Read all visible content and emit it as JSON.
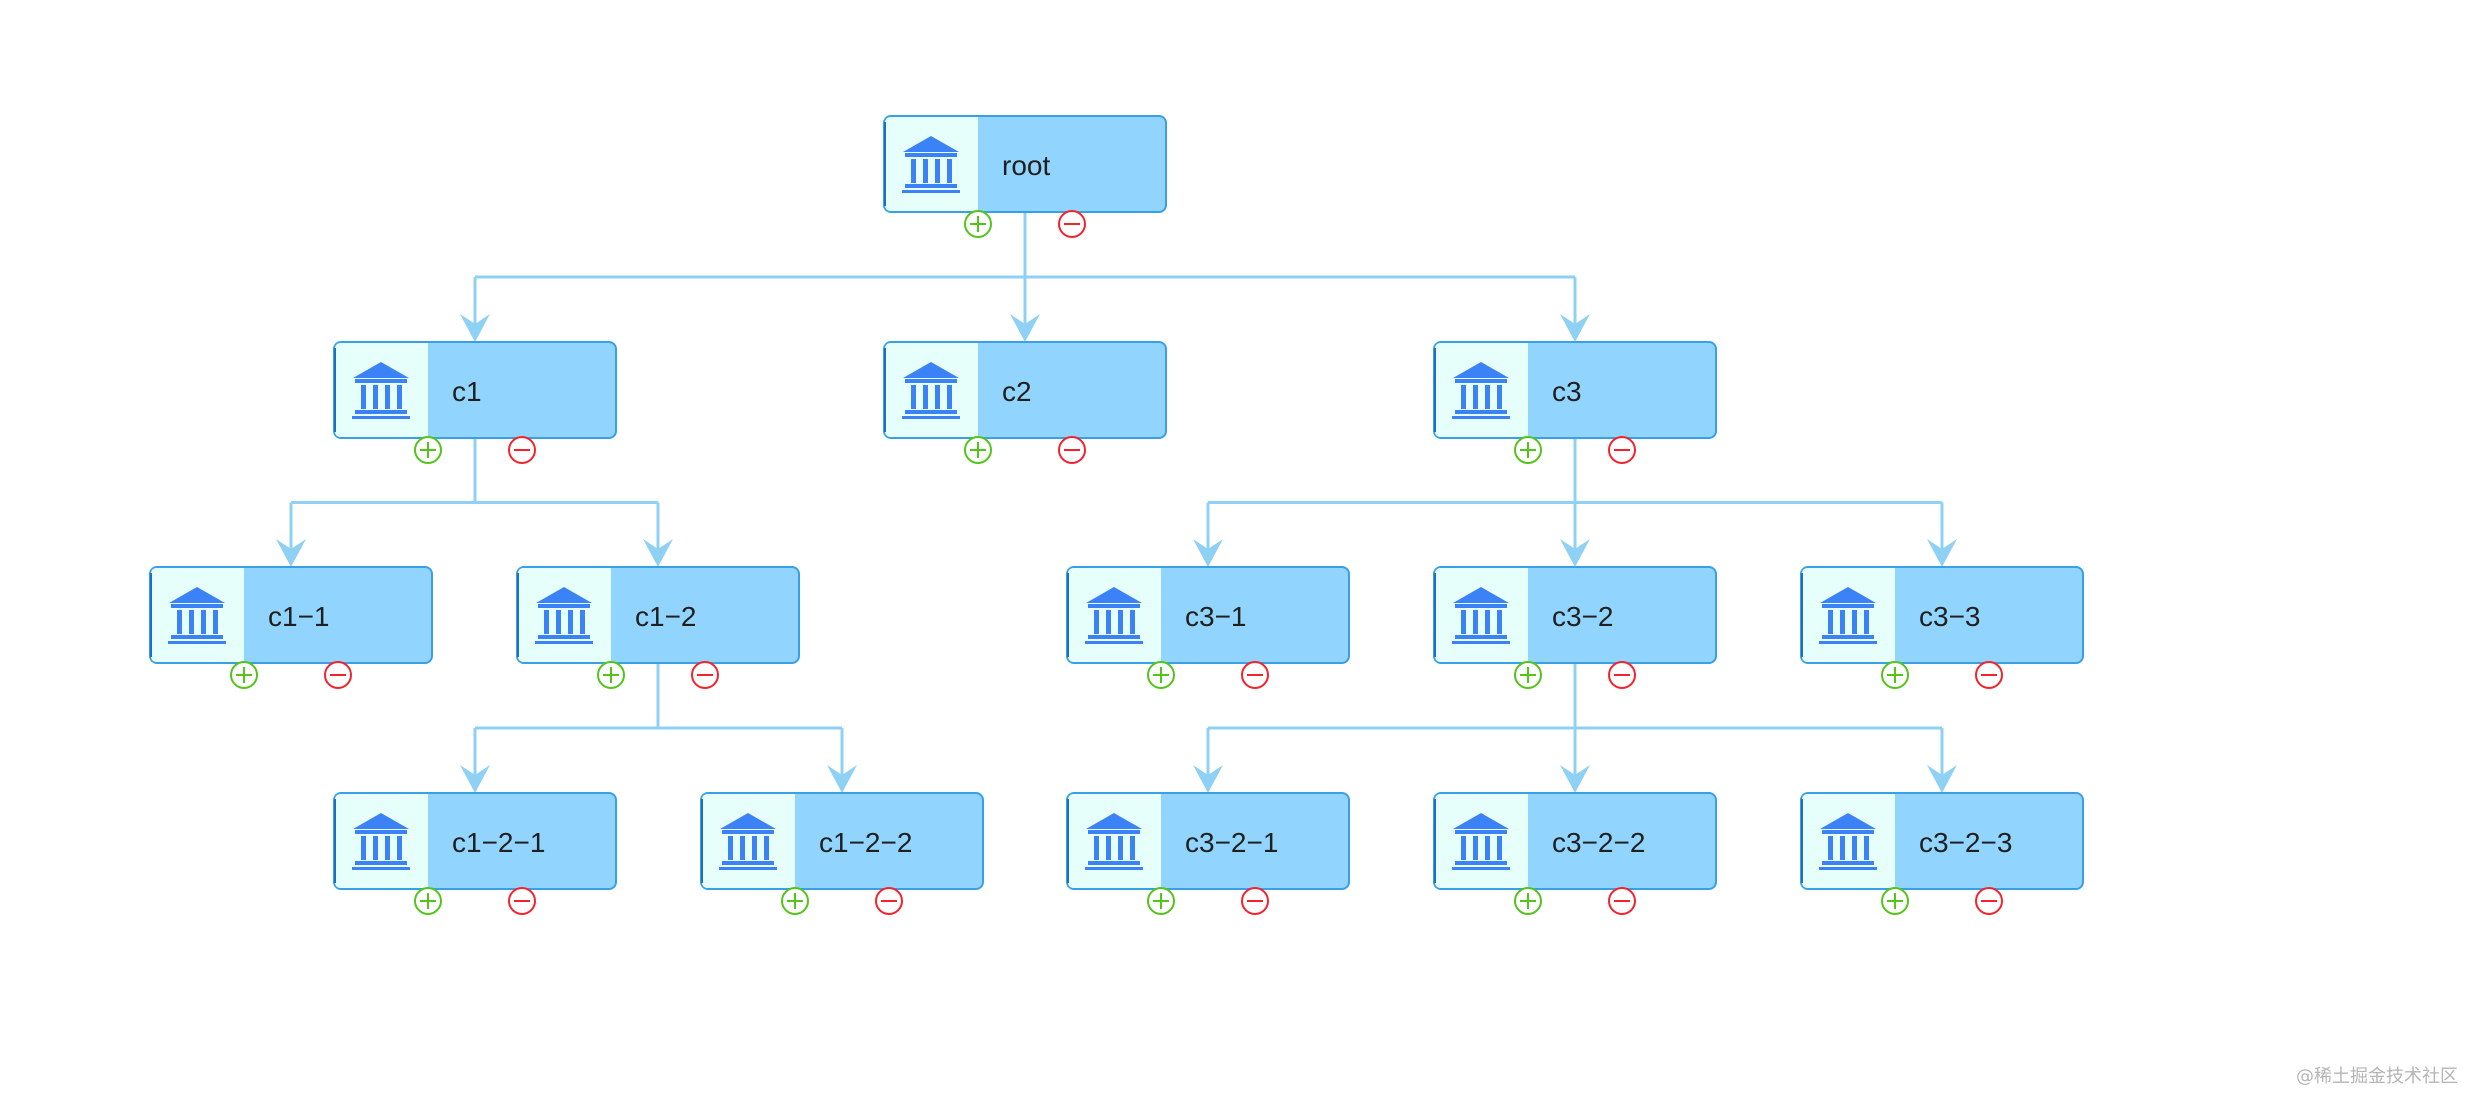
{
  "colors": {
    "edge": "#8fd0f5",
    "node_border": "#3aa0e6",
    "node_label_bg": "#91d5ff",
    "node_icon_bg": "#e6fffb",
    "icon": "#3b82f6",
    "expand": "#52c41a",
    "collapse": "#f5222d"
  },
  "nodes": [
    {
      "id": "root",
      "label": "root",
      "parent": null
    },
    {
      "id": "c1",
      "label": "c1",
      "parent": "root"
    },
    {
      "id": "c2",
      "label": "c2",
      "parent": "root"
    },
    {
      "id": "c3",
      "label": "c3",
      "parent": "root"
    },
    {
      "id": "c1-1",
      "label": "c1−1",
      "parent": "c1"
    },
    {
      "id": "c1-2",
      "label": "c1−2",
      "parent": "c1"
    },
    {
      "id": "c3-1",
      "label": "c3−1",
      "parent": "c3"
    },
    {
      "id": "c3-2",
      "label": "c3−2",
      "parent": "c3"
    },
    {
      "id": "c3-3",
      "label": "c3−3",
      "parent": "c3"
    },
    {
      "id": "c1-2-1",
      "label": "c1−2−1",
      "parent": "c1-2"
    },
    {
      "id": "c1-2-2",
      "label": "c1−2−2",
      "parent": "c1-2"
    },
    {
      "id": "c3-2-1",
      "label": "c3−2−1",
      "parent": "c3-2"
    },
    {
      "id": "c3-2-2",
      "label": "c3−2−2",
      "parent": "c3-2"
    },
    {
      "id": "c3-2-3",
      "label": "c3−2−3",
      "parent": "c3-2"
    }
  ],
  "icons": {
    "node": "bank-icon",
    "expand": "plus-circle-icon",
    "collapse": "minus-circle-icon"
  },
  "watermark": "@稀土掘金技术社区"
}
